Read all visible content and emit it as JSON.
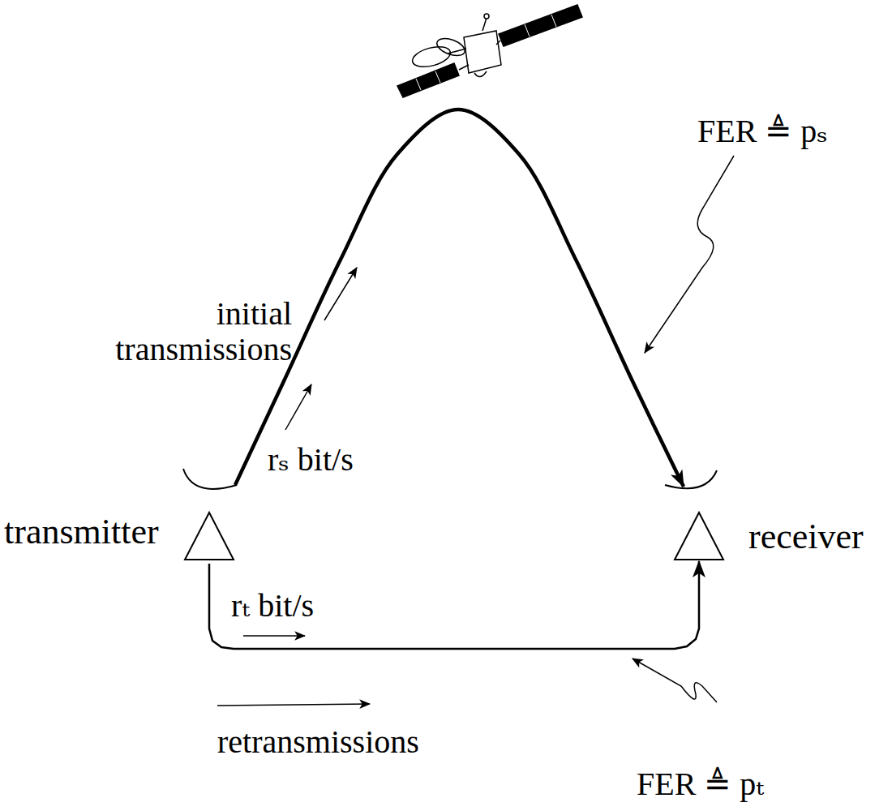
{
  "diagram": {
    "nodes": [
      {
        "text": [
          "transmitter"
        ]
      },
      {
        "text": [
          "receiver"
        ]
      }
    ],
    "edges": [
      {
        "from": 0,
        "to": 1,
        "arrow": "to"
      },
      {
        "from": 0,
        "to": 1,
        "arrow": "to"
      }
    ],
    "labels": [
      "initial transmissions",
      "rₛ bit/s",
      "FER ≜ pₛ",
      "rₜ bit/s",
      "retransmissions",
      "FER ≜ pₜ"
    ]
  }
}
